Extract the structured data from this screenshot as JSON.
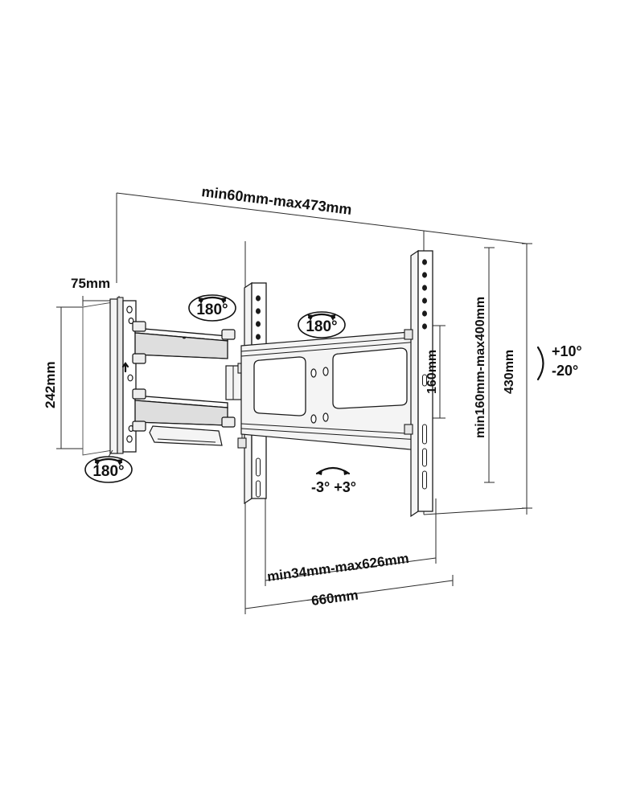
{
  "diagram": {
    "title": "TV Wall Mount Dimension Diagram",
    "units": "mm",
    "line_color": "#2a2a2a",
    "text_color": "#111111",
    "background": "#ffffff"
  },
  "dimensions": {
    "top_extension": "min60mm-max473mm",
    "depth_plate": "75mm",
    "plate_height": "242mm",
    "vesa_height": "160mm",
    "vesa_height_range": "min160mm-max400mm",
    "overall_height": "430mm",
    "bottom_width_range": "min34mm-max626mm",
    "overall_width": "660mm"
  },
  "angles": {
    "swivel_left_upper": "180°",
    "swivel_left_lower": "180°",
    "swivel_center": "180°",
    "rotation": "-3° +3°",
    "tilt_up": "+10°",
    "tilt_down": "-20°"
  },
  "badges": [
    {
      "name": "swivel-badge-upper-left",
      "label": "180°"
    },
    {
      "name": "swivel-badge-center",
      "label": "180°"
    },
    {
      "name": "swivel-badge-lower-left",
      "label": "180°"
    }
  ],
  "labels": [
    {
      "name": "top-extension-label",
      "text": "min60mm-max473mm"
    },
    {
      "name": "plate-depth-label",
      "text": "75mm"
    },
    {
      "name": "plate-height-label",
      "text": "242mm"
    },
    {
      "name": "vesa-height-label",
      "text": "160mm"
    },
    {
      "name": "vesa-range-label",
      "text": "min160mm-max400mm"
    },
    {
      "name": "overall-height-label",
      "text": "430mm"
    },
    {
      "name": "bottom-range-label",
      "text": "min34mm-max626mm"
    },
    {
      "name": "overall-width-label",
      "text": "660mm"
    },
    {
      "name": "tilt-up-label",
      "text": "+10°"
    },
    {
      "name": "tilt-down-label",
      "text": "-20°"
    },
    {
      "name": "rotation-label",
      "text": "-3° +3°"
    }
  ]
}
